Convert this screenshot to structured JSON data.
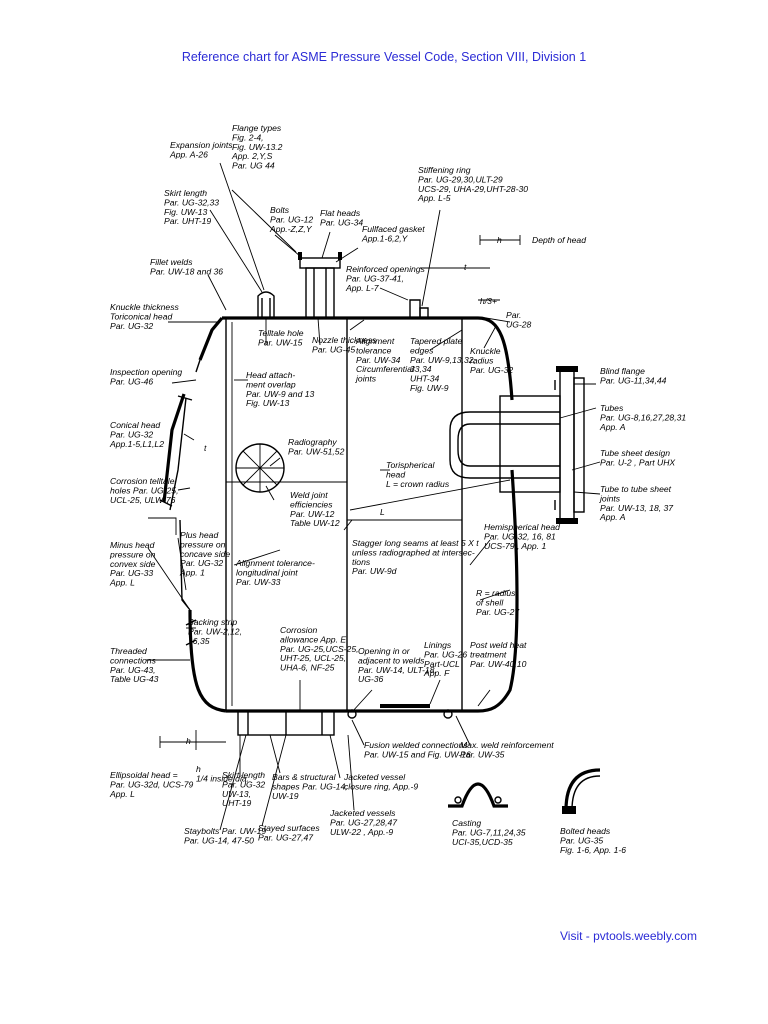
{
  "page": {
    "title": "Reference chart for ASME Pressure Vessel Code, Section VIII, Division 1",
    "footer": "Visit - pvtools.weebly.com"
  },
  "labels": [
    {
      "id": "expansion-joints",
      "lines": [
        "Expansion joints",
        "App. A-26"
      ]
    },
    {
      "id": "flange-types",
      "lines": [
        "Flange types",
        "Fig. 2-4,",
        "Fig. UW-13.2",
        "App. 2,Y,S",
        "Par. UG 44"
      ]
    },
    {
      "id": "skirt-length-top",
      "lines": [
        "Skirt length",
        "Par. UG-32,33",
        "Fig. UW-13",
        "Par. UHT-19"
      ]
    },
    {
      "id": "bolts",
      "lines": [
        "Bolts",
        "Par. UG-12",
        "App.-Z,Z,Y"
      ]
    },
    {
      "id": "flat-heads",
      "lines": [
        "Flat heads",
        "Par. UG-34"
      ]
    },
    {
      "id": "fullfaced-gasket",
      "lines": [
        "Fullfaced gasket",
        "App.1-6,2,Y"
      ]
    },
    {
      "id": "stiffening-ring",
      "lines": [
        "Stiffening ring",
        "Par. UG-29,30,ULT-29",
        "UCS-29, UHA-29,UHT-28-30",
        "App. L-5"
      ]
    },
    {
      "id": "depth-of-head",
      "lines": [
        "Depth of head"
      ]
    },
    {
      "id": "fillet-welds",
      "lines": [
        "Fillet welds",
        "Par. UW-18 and 36"
      ]
    },
    {
      "id": "reinforced-openings",
      "lines": [
        "Reinforced openings",
        "Par. UG-37-41,",
        "App. L-7"
      ]
    },
    {
      "id": "knuckle-thickness",
      "lines": [
        "Knuckle thickness",
        "Toriconical head",
        "Par. UG-32"
      ]
    },
    {
      "id": "telltale-hole",
      "lines": [
        "Telltale hole",
        "Par. UW-15"
      ]
    },
    {
      "id": "nozzle-thickness",
      "lines": [
        "Nozzle thickness",
        "Par. UG-45"
      ]
    },
    {
      "id": "alignment-tolerance-circ",
      "lines": [
        "Alignment",
        "tolerance",
        "Par. UW-34",
        "Circumferential",
        "joints"
      ]
    },
    {
      "id": "tapered-plate",
      "lines": [
        "Tapered plate",
        "edges",
        "Par. UW-9,13,32,",
        "33,34",
        "UHT-34",
        "Fig. UW-9"
      ]
    },
    {
      "id": "knuckle-radius",
      "lines": [
        "Knuckle",
        "radius",
        "Par. UG-32"
      ]
    },
    {
      "id": "h3",
      "lines": [
        "h/3+"
      ]
    },
    {
      "id": "par-ug-28",
      "lines": [
        "Par.",
        "UG-28"
      ]
    },
    {
      "id": "inspection-opening",
      "lines": [
        "Inspection opening",
        "Par. UG-46"
      ]
    },
    {
      "id": "head-attachment",
      "lines": [
        "Head attach-",
        "ment overlap",
        "Par. UW-9 and 13",
        "Fig. UW-13"
      ]
    },
    {
      "id": "blind-flange",
      "lines": [
        "Blind flange",
        "Par. UG-11,34,44"
      ]
    },
    {
      "id": "tubes",
      "lines": [
        "Tubes",
        "Par. UG-8,16,27,28,31",
        "App. A"
      ]
    },
    {
      "id": "conical-head",
      "lines": [
        "Conical head",
        "Par. UG-32",
        "App.1-5,L1,L2"
      ]
    },
    {
      "id": "radiography",
      "lines": [
        "Radiography",
        "Par. UW-51,52"
      ]
    },
    {
      "id": "tube-sheet-design",
      "lines": [
        "Tube sheet design",
        "Par. U-2 , Part UHX"
      ]
    },
    {
      "id": "torispherical-head",
      "lines": [
        "Torispherical",
        "head",
        "L = crown radius"
      ]
    },
    {
      "id": "corrosion-telltale",
      "lines": [
        "Corrosion telltale",
        "holes Par. UG-25,",
        "UCL-25, ULW-76"
      ]
    },
    {
      "id": "weld-joint-efficiencies",
      "lines": [
        "Weld joint",
        "efficiencies",
        "Par. UW-12",
        "Table UW-12"
      ]
    },
    {
      "id": "tube-to-tube-sheet",
      "lines": [
        "Tube to tube sheet",
        "joints",
        "Par. UW-13, 18, 37",
        "App. A"
      ]
    },
    {
      "id": "plus-head",
      "lines": [
        "Plus head",
        "pressure on",
        "concave side",
        "Par. UG-32",
        "App. 1"
      ]
    },
    {
      "id": "minus-head",
      "lines": [
        "Minus head",
        "pressure on",
        "convex side",
        "Par. UG-33",
        "App. L"
      ]
    },
    {
      "id": "stagger",
      "lines": [
        "Stagger long seams at least 5 X t",
        "unless radiographed at intersec-",
        "tions",
        "Par. UW-9d"
      ]
    },
    {
      "id": "hemispherical-head",
      "lines": [
        "Hemispherical head",
        "Par. UG-32, 16, 81",
        "UCS-79 , App. 1"
      ]
    },
    {
      "id": "alignment-tolerance-long",
      "lines": [
        "Alignment tolerance-",
        "longitudinal joint",
        "Par. UW-33"
      ]
    },
    {
      "id": "r-radius",
      "lines": [
        "R = radius",
        "of shell",
        "Par. UG-27"
      ]
    },
    {
      "id": "backing-strip",
      "lines": [
        "Backing strip",
        "Par. UW-2,12,",
        "16,35"
      ]
    },
    {
      "id": "threaded-connections",
      "lines": [
        "Threaded",
        "connections",
        "Par. UG-43,",
        "Table UG-43"
      ]
    },
    {
      "id": "corrosion-allowance",
      "lines": [
        "Corrosion",
        "allowance App. E",
        "Par. UG-25,UCS-25,",
        "UHT-25, UCL-25,",
        "UHA-6, NF-25"
      ]
    },
    {
      "id": "opening-near-welds",
      "lines": [
        "Opening in or",
        "adjacent to welds",
        "Par. UW-14, ULT-18,",
        "UG-36"
      ]
    },
    {
      "id": "linings",
      "lines": [
        "Linings",
        "Par. UG-26",
        "Part-UCL",
        "App. F"
      ]
    },
    {
      "id": "post-weld-heat",
      "lines": [
        "Post weld heat",
        "treatment",
        "Par. UW-40,10"
      ]
    },
    {
      "id": "fusion-welded",
      "lines": [
        "Fusion welded connections",
        "Par. UW-15 and Fig. UW-16"
      ]
    },
    {
      "id": "max-weld",
      "lines": [
        "Max. weld reinforcement",
        "Par. UW-35"
      ]
    },
    {
      "id": "ellipsoidal-head",
      "lines": [
        "Ellipsoidal head =",
        "Par. UG-32d, UCS-79",
        "App. L"
      ]
    },
    {
      "id": "ellipsoidal-fraction",
      "lines": [
        "h",
        "1/4 inside dia."
      ]
    },
    {
      "id": "skirt-length-bottom",
      "lines": [
        "Skirt length",
        "Par. UG-32",
        "UW-13,",
        "UHT-19"
      ]
    },
    {
      "id": "bars-shapes",
      "lines": [
        "Bars & structural",
        "shapes Par. UG-14,",
        "UW-19"
      ]
    },
    {
      "id": "jacketed-closure",
      "lines": [
        "Jacketed vessel",
        "closure ring, App.-9"
      ]
    },
    {
      "id": "staybolts",
      "lines": [
        "Staybolts Par. UW-19",
        "Par. UG-14, 47-50"
      ]
    },
    {
      "id": "stayed-surfaces",
      "lines": [
        "Stayed surfaces",
        "Par. UG-27,47"
      ]
    },
    {
      "id": "jacketed-vessels",
      "lines": [
        "Jacketed vessels",
        "Par. UG-27,28,47",
        "ULW-22 , App.-9"
      ]
    },
    {
      "id": "casting",
      "lines": [
        "Casting",
        "Par. UG-7,11,24,35",
        "UCI-35,UCD-35"
      ]
    },
    {
      "id": "bolted-heads",
      "lines": [
        "Bolted heads",
        "Par. UG-35",
        "Fig. 1-6, App. 1-6"
      ]
    },
    {
      "id": "dim-h-bottom",
      "lines": [
        "h"
      ]
    },
    {
      "id": "dim-h-top",
      "lines": [
        "h"
      ]
    },
    {
      "id": "dim-l",
      "lines": [
        "L"
      ]
    },
    {
      "id": "dim-t",
      "lines": [
        "t"
      ]
    },
    {
      "id": "dim-t2",
      "lines": [
        "t"
      ]
    }
  ]
}
